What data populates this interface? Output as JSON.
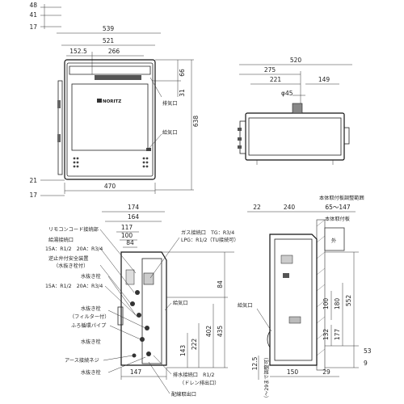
{
  "front_view": {
    "dims": {
      "top_48": "48",
      "top_41": "41",
      "top_17": "17",
      "w539": "539",
      "w521": "521",
      "w152": "152.5",
      "w266": "266",
      "h66": "66",
      "h31": "31",
      "h638": "638",
      "b21": "21",
      "b17": "17",
      "w470": "470"
    },
    "brand": "NORITZ",
    "labels": {
      "exhaust": "排気口",
      "intake": "給気口"
    }
  },
  "top_view": {
    "dims": {
      "w520": "520",
      "w275": "275",
      "w221": "221",
      "w149": "149",
      "phi45": "φ45"
    }
  },
  "side_view": {
    "dims": {
      "w174": "174",
      "w164": "164",
      "w117": "117",
      "w100": "100",
      "w84": "84",
      "w147": "147",
      "h84": "84",
      "h402": "402",
      "h435": "435",
      "h222": "222",
      "h143": "143"
    },
    "labels": {
      "remote": "リモコンコード接続部",
      "hot_out": "給湯接続口",
      "hot_size": "15A：R1/2　20A：R3/4",
      "backflow": "逆止弁付安全装置",
      "backflow_sub": "（水抜き栓付）",
      "drain1": "水抜き栓",
      "water_in_size": "15A：R1/2　20A：R3/4",
      "drain_filter": "水抜き栓",
      "drain_filter_sub": "（フィルター付）",
      "freeze_pipe": "ふろ循環パイプ",
      "earth": "アース接続ネジ",
      "drain2": "水抜き栓",
      "gas": "ガス接続口　TG：R3/4",
      "lpg": "LPG：R1/2（TU接続可）",
      "intake": "給気口",
      "exhaust_drain": "排水接続口　R1/2",
      "exhaust_drain_sub": "（ドレン排出口）",
      "wiring": "配線取出口"
    }
  },
  "install_view": {
    "dims": {
      "w22": "22",
      "w240": "240",
      "range": "65～147",
      "h552": "552",
      "h180": "180",
      "h100": "100",
      "h177": "177",
      "h132": "132",
      "h53": "53",
      "h9": "9",
      "h12_5": "12.5",
      "w150": "150",
      "w29": "29"
    },
    "labels": {
      "bracket_adj": "本体取付板調整範囲",
      "bracket": "本体取付板",
      "outside": "外",
      "intake": "給気口",
      "adjust": "（～29まで調整可）"
    }
  }
}
